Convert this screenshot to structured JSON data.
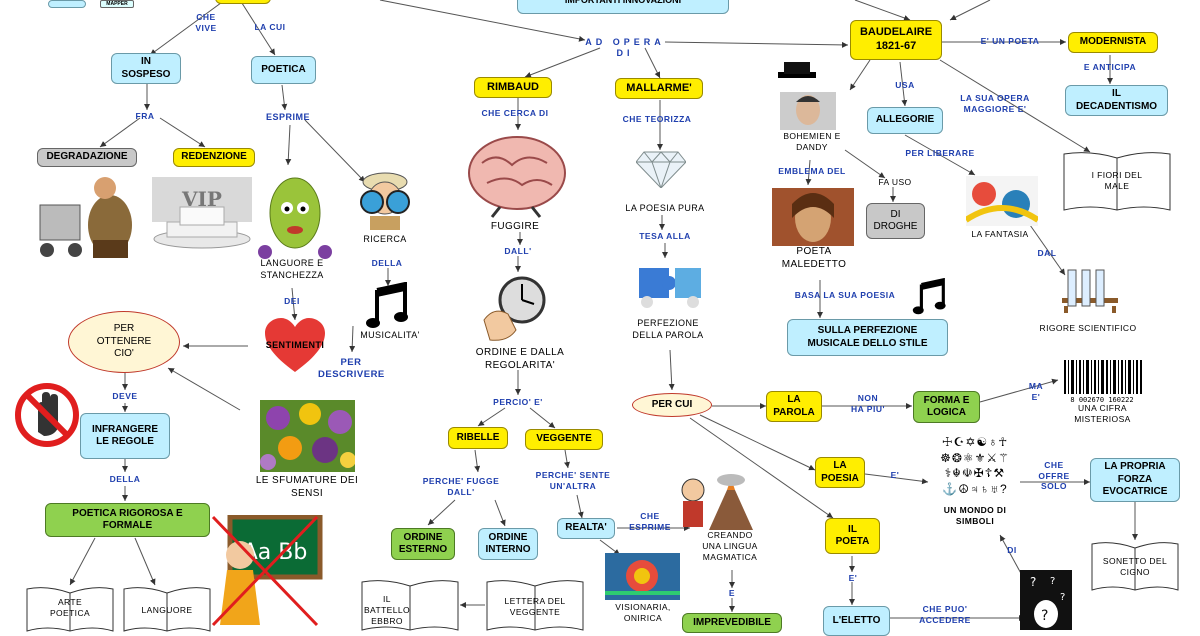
{
  "top": {
    "innovations": "IMPORTANTI INNOVAZIONI",
    "mapper": "MAPPER",
    "ad_opera_di": "AD OPERA DI",
    "che_vive": "CHE\nVIVE",
    "la_cui": "LA CUI"
  },
  "left": {
    "in_sospeso": "IN\nSOSPESO",
    "fra": "FRA",
    "degradazione": "DEGRADAZIONE",
    "redenzione": "REDENZIONE",
    "vip": "VIP",
    "poetica": "POETICA",
    "esprime": "ESPRIME",
    "languore": "LANGUORE E\nSTANCHEZZA",
    "ricerca": "RICERCA",
    "della": "DELLA",
    "dei": "DEI",
    "sentimenti": "SENTIMENTI",
    "musicalita": "MUSICALITA'",
    "per_descrivere": "PER\nDESCRIVERE",
    "sfumature": "LE SFUMATURE DEI\nSENSI",
    "per_ottenere": "PER\nOTTENERE\nCIO'",
    "deve": "DEVE",
    "infrangere": "INFRANGERE\nLE REGOLE",
    "della2": "DELLA",
    "poetica_rigorosa": "POETICA RIGOROSA E\nFORMALE",
    "arte_poetica": "ARTE\nPOETICA",
    "languore_book": "LANGUORE",
    "aa_bb": "Aa Bb"
  },
  "center": {
    "rimbaud": "RIMBAUD",
    "che_cerca_di": "CHE CERCA DI",
    "fuggire": "FUGGIRE",
    "dall": "DALL'",
    "ordine_regolarita": "ORDINE E DALLA\nREGOLARITA'",
    "percio_e": "PERCIO' E'",
    "ribelle": "RIBELLE",
    "veggente": "VEGGENTE",
    "perche_fugge": "PERCHE' FUGGE\nDALL'",
    "perche_sente": "PERCHE' SENTE\nUN'ALTRA",
    "ordine_esterno": "ORDINE\nESTERNO",
    "ordine_interno": "ORDINE\nINTERNO",
    "realta": "REALTA'",
    "che_esprime": "CHE\nESPRIME",
    "creando": "CREANDO\nUNA LINGUA\nMAGMATICA",
    "e": "E",
    "imprevedibile": "IMPREVEDIBILE",
    "visionaria": "VISIONARIA,\nONIRICA",
    "battello": "IL BATTELLO\nEBBRO",
    "lettera": "LETTERA DEL\nVEGGENTE",
    "mallarme": "MALLARME'",
    "che_teorizza": "CHE TEORIZZA",
    "poesia_pura": "LA POESIA PURA",
    "tesa_alla": "TESA ALLA",
    "perfezione": "PERFEZIONE\nDELLA PAROLA",
    "per_cui": "PER CUI",
    "la_parola": "LA\nPAROLA",
    "non_ha_piu": "NON\nHA PIU'",
    "forma_logica": "FORMA E\nLOGICA",
    "ma_e": "MA\nE'",
    "cifra": "UNA CIFRA\nMISTERIOSA",
    "barcode": "8 002670 160222",
    "la_poesia": "LA\nPOESIA",
    "e2": "E'",
    "il_poeta": "IL\nPOETA",
    "e3": "E'",
    "l_eletto": "L'ELETTO",
    "che_puo": "CHE PUO'\nACCEDERE",
    "di": "DI"
  },
  "right": {
    "baudelaire": "BAUDELAIRE\n1821-67",
    "e_un_poeta": "E' UN POETA",
    "modernista": "MODERNISTA",
    "e_anticipa": "E ANTICIPA",
    "decadentismo": "IL\nDECADENTISMO",
    "usa": "USA",
    "la_sua_opera": "LA SUA OPERA\nMAGGIORE E'",
    "bohemien": "BOHEMIEN E\nDANDY",
    "emblema": "EMBLEMA DEL",
    "fa_uso": "FA USO",
    "di_droghe": "DI\nDROGHE",
    "poeta_maledetto": "POETA\nMALEDETTO",
    "allegorie": "ALLEGORIE",
    "per_liberare": "PER LIBERARE",
    "fiori": "I FIORI DEL\nMALE",
    "fantasia": "LA FANTASIA",
    "dal": "DAL",
    "rigore": "RIGORE SCIENTIFICO",
    "basa": "BASA LA SUA POESIA",
    "perfezione_musicale": "SULLA PERFEZIONE\nMUSICALE DELLO STILE",
    "mondo_simboli": "UN MONDO DI\nSIMBOLI",
    "che_offre": "CHE\nOFFRE\nSOLO",
    "forza": "LA PROPRIA\nFORZA\nEVOCATRICE",
    "sonetto": "SONETTO DEL\nCIGNO",
    "symbols": "☩☪✡☯♁☥\n☸❂⚛⚜⚔⚚\n⚕☬☫✠☦⚒\n⚓☮♃♄♅?"
  },
  "colors": {
    "cyan": "#bfefff",
    "yellow": "#ffee00",
    "green": "#8fd14f",
    "gray": "#c8c8c8",
    "link_text": "#1f3fae",
    "heart": "#e53935"
  }
}
